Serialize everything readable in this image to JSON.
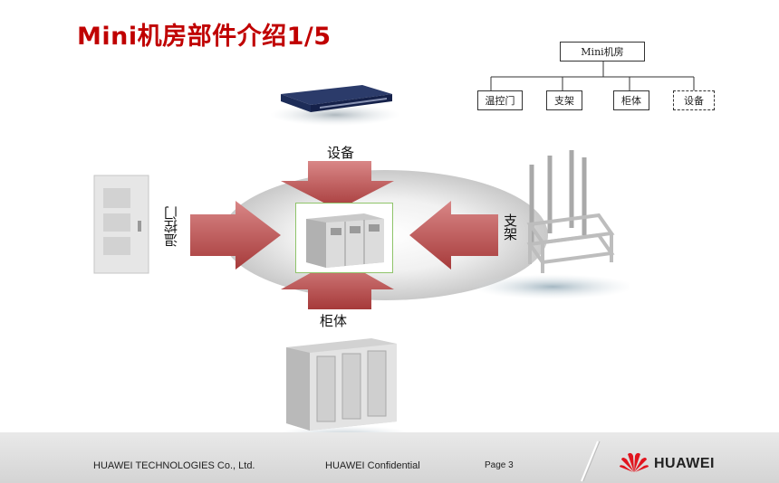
{
  "slide": {
    "title": "Mini机房部件介绍1/5"
  },
  "tree": {
    "root": "Mini机房",
    "children": [
      "温控门",
      "支架",
      "柜体",
      "设备"
    ],
    "dashed_child": "设备"
  },
  "diagram": {
    "top_label": "设备",
    "bottom_label": "柜体",
    "left_label": "温控门",
    "right_label": "支架"
  },
  "footer": {
    "company": "HUAWEI TECHNOLOGIES Co., Ltd.",
    "confidential": "HUAWEI Confidential",
    "page": "Page 3",
    "brand": "HUAWEI"
  },
  "colors": {
    "title": "#c00000",
    "arrow": "#b84a4a",
    "brand_red": "#e1141e"
  }
}
